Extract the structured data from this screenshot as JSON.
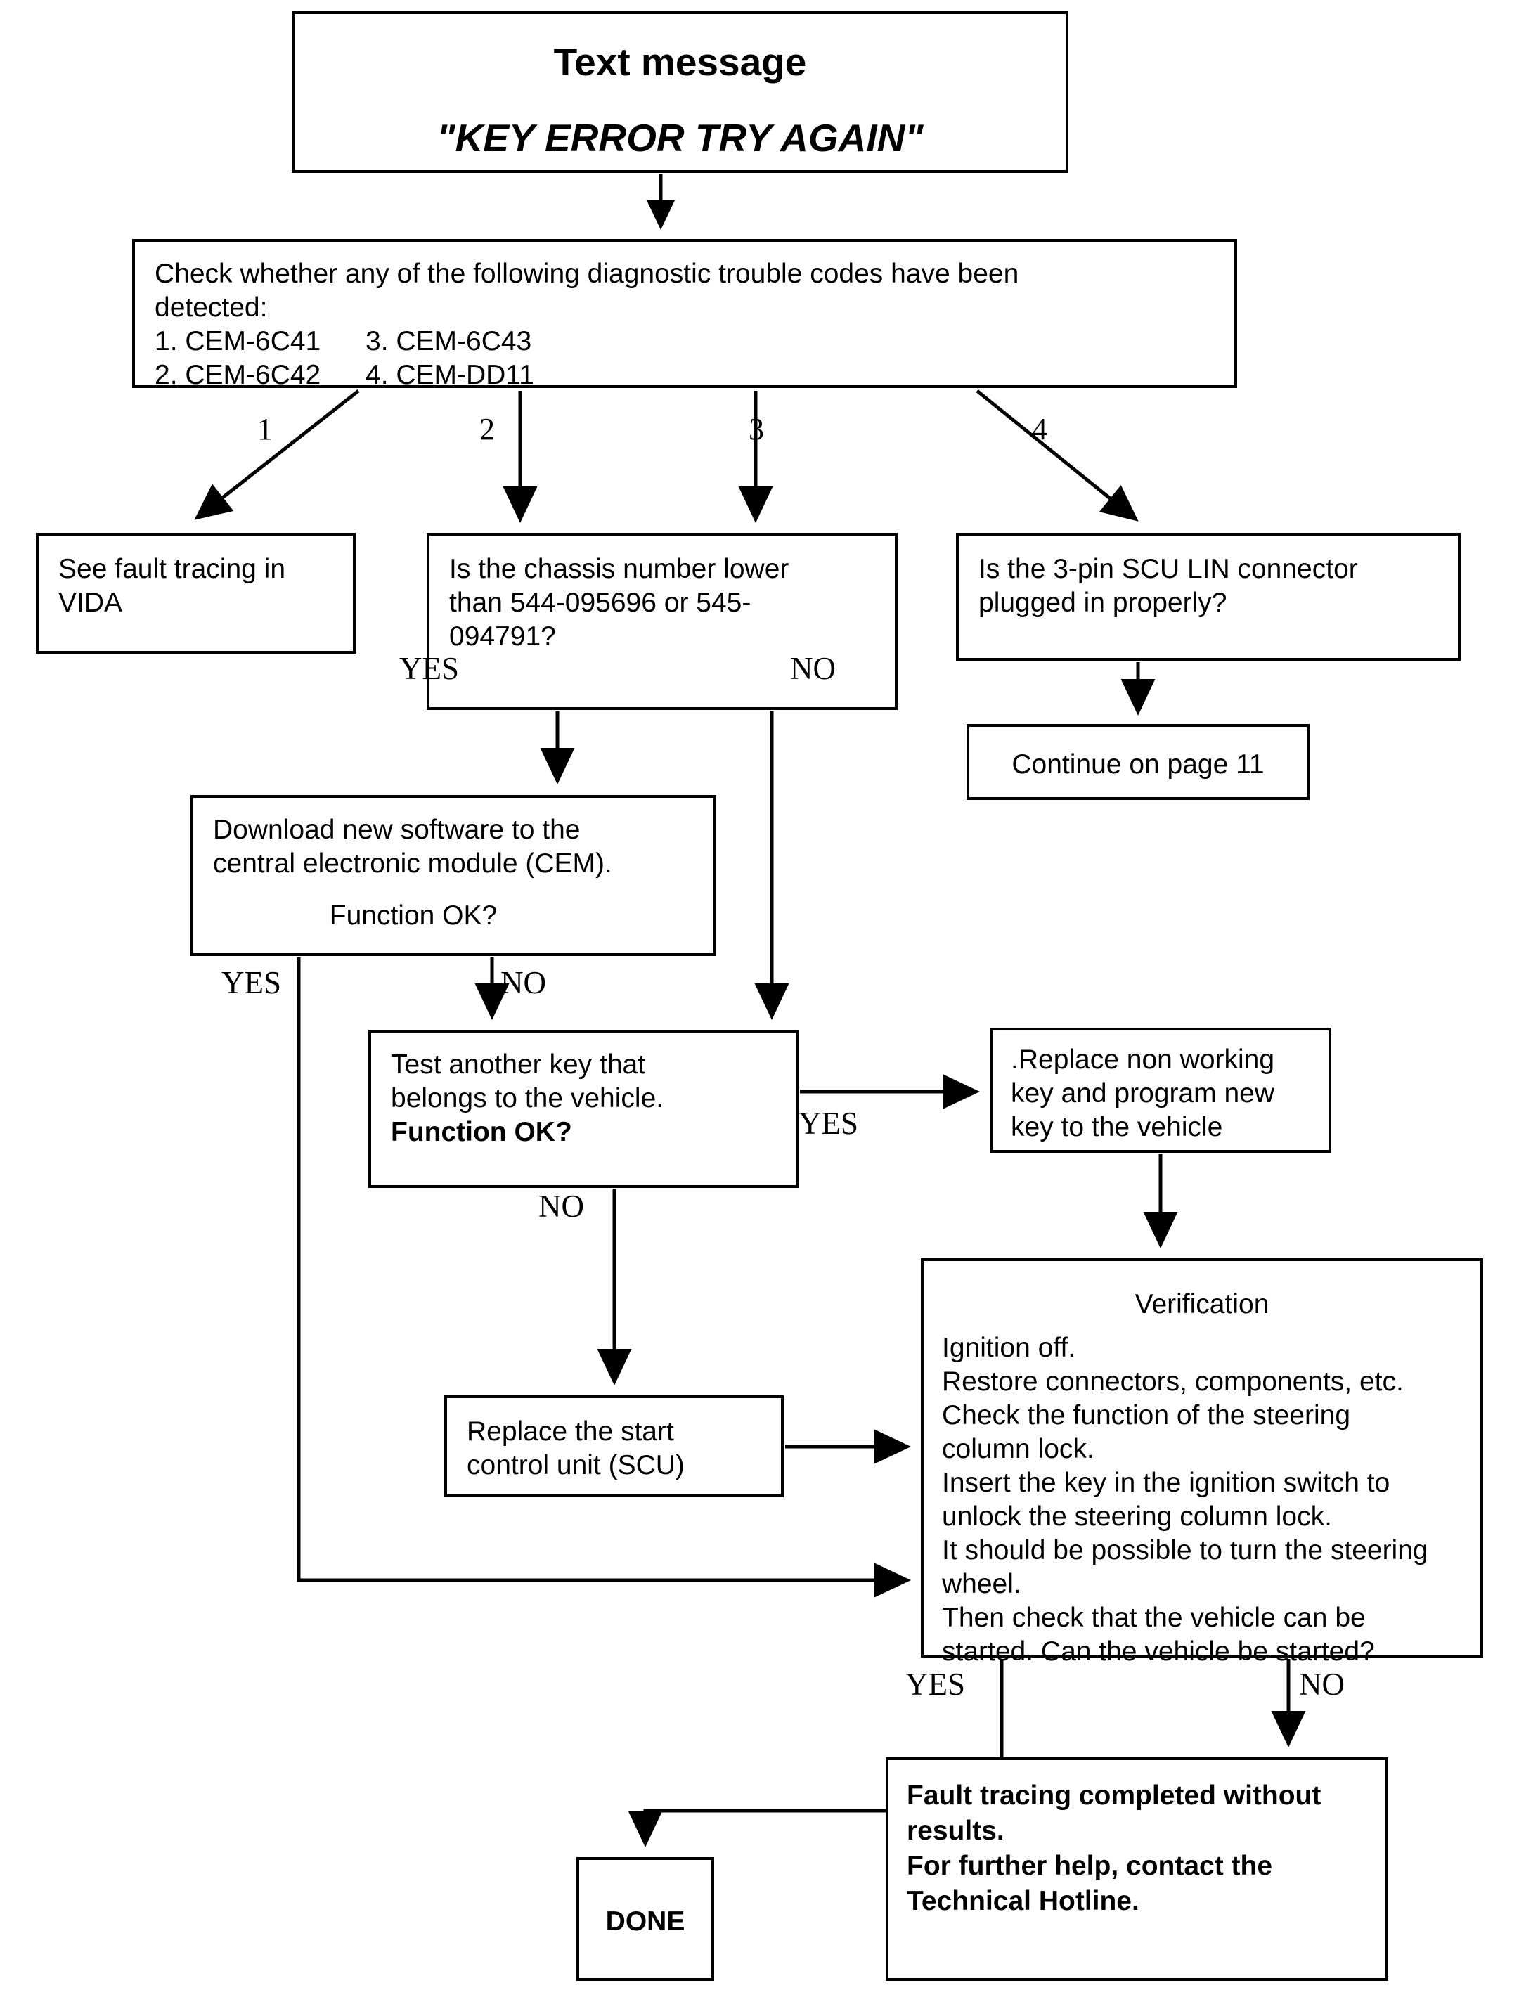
{
  "diagram": {
    "type": "flowchart",
    "title": "KEY ERROR TRY AGAIN fault tracing flowchart"
  },
  "nodes": {
    "title": {
      "heading": "Text message",
      "message": "\"KEY ERROR TRY AGAIN\""
    },
    "dtc_check": {
      "line1": "Check whether any of the following diagnostic trouble codes have been",
      "line2": "detected:",
      "codes_left": [
        "1. CEM-6C41",
        "2. CEM-6C42"
      ],
      "codes_right": [
        "3. CEM-6C43",
        "4. CEM-DD11"
      ]
    },
    "vida": {
      "line1": "See fault tracing in",
      "line2": "VIDA"
    },
    "chassis": {
      "line1": "Is the chassis number lower",
      "line2": "than 544-095696 or 545-",
      "line3": "094791?"
    },
    "scu_lin": {
      "line1": "Is the 3-pin SCU LIN connector",
      "line2": "plugged in properly?"
    },
    "continue_page": {
      "text": "Continue on page 11"
    },
    "download_sw": {
      "line1": "Download new software to the",
      "line2": "central electronic module (CEM).",
      "question": "Function OK?"
    },
    "test_key": {
      "line1": "Test another key that",
      "line2": "belongs to the vehicle.",
      "question": "Function OK?"
    },
    "replace_key": {
      "line1": ".Replace non working",
      "line2": "key and program new",
      "line3": "key to the vehicle"
    },
    "replace_scu": {
      "line1": "Replace the start",
      "line2": "control unit (SCU)"
    },
    "verification": {
      "heading": "Verification",
      "lines": [
        "Ignition off.",
        "Restore connectors, components, etc.",
        "Check the function of the steering",
        "column lock.",
        "Insert the key in the ignition switch to",
        "unlock the steering column lock.",
        "It should be possible to turn the steering",
        "wheel.",
        "Then check that the vehicle can be",
        "started. Can the vehicle be started?"
      ]
    },
    "done": {
      "text": "DONE"
    },
    "hotline": {
      "line1": "Fault tracing completed without",
      "line2": "results.",
      "line3": "For further help, contact the",
      "line4": "Technical Hotline."
    }
  },
  "edge_labels": {
    "branch_1": "1",
    "branch_2": "2",
    "branch_3": "3",
    "branch_4": "4",
    "chassis_yes": "YES",
    "chassis_no": "NO",
    "download_yes": "YES",
    "download_no": "NO",
    "testkey_yes": "YES",
    "testkey_no": "NO",
    "verify_yes": "YES",
    "verify_no": "NO"
  },
  "style": {
    "line_color": "#000000",
    "box_fill": "#ffffff",
    "text_color": "#000000"
  }
}
